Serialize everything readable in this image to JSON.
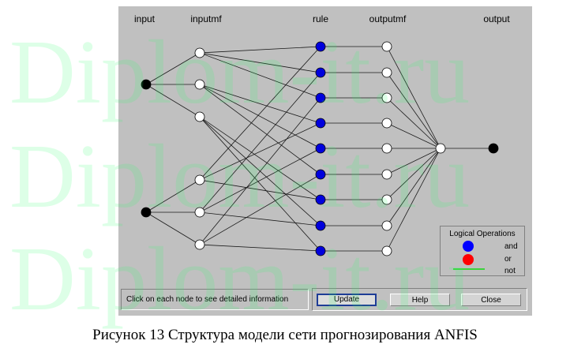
{
  "window": {
    "headers": {
      "input": "input",
      "inputmf": "inputmf",
      "rule": "rule",
      "outputmf": "outputmf",
      "output": "output"
    },
    "legend": {
      "title": "Logical Operations",
      "items": [
        {
          "label": "and",
          "color": "#0000ff"
        },
        {
          "label": "or",
          "color": "#ff0000"
        },
        {
          "label": "not",
          "color": "#3cd23c"
        }
      ]
    },
    "status_text": "Click on each node to see detailed information",
    "buttons": {
      "update": "Update",
      "help": "Help",
      "close": "Close"
    }
  },
  "watermark": "Diplom-it.ru",
  "caption": "Рисунок 13 Структура модели сети прогнозирования ANFIS",
  "colors": {
    "panel": "#c0c0c0",
    "input_node": "#000000",
    "rule_node": "#0000dd",
    "mf_node": "#ffffff",
    "watermark": "#2bff6a"
  }
}
